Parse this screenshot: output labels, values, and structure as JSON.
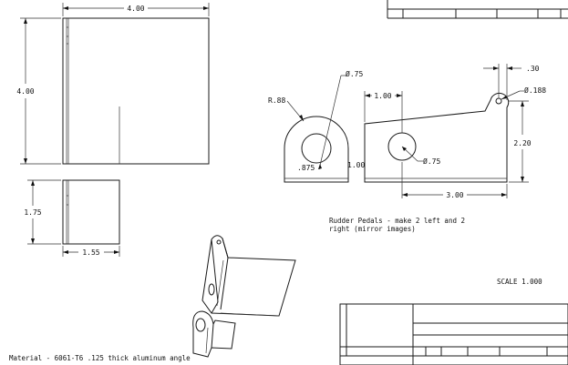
{
  "dimensions": {
    "top_width": "4.00",
    "left_height": "4.00",
    "lower_height": "1.75",
    "lower_width": "1.55",
    "round_radius": "R.88",
    "hole_dia_left": "Ø.75",
    "base_height_left": ".875",
    "tab_offset": "1.00",
    "side_height": "1.00",
    "hole_dia_right": "Ø.75",
    "pedal_length": "3.00",
    "pedal_height": "2.20",
    "tip_offset": ".30",
    "tip_hole": "Ø.188"
  },
  "notes": {
    "line1": "Rudder Pedals - make 2 left and 2",
    "line2": "right (mirror images)",
    "scale": "SCALE  1.000",
    "material": "Material - 6061-T6 .125 thick aluminum angle"
  }
}
